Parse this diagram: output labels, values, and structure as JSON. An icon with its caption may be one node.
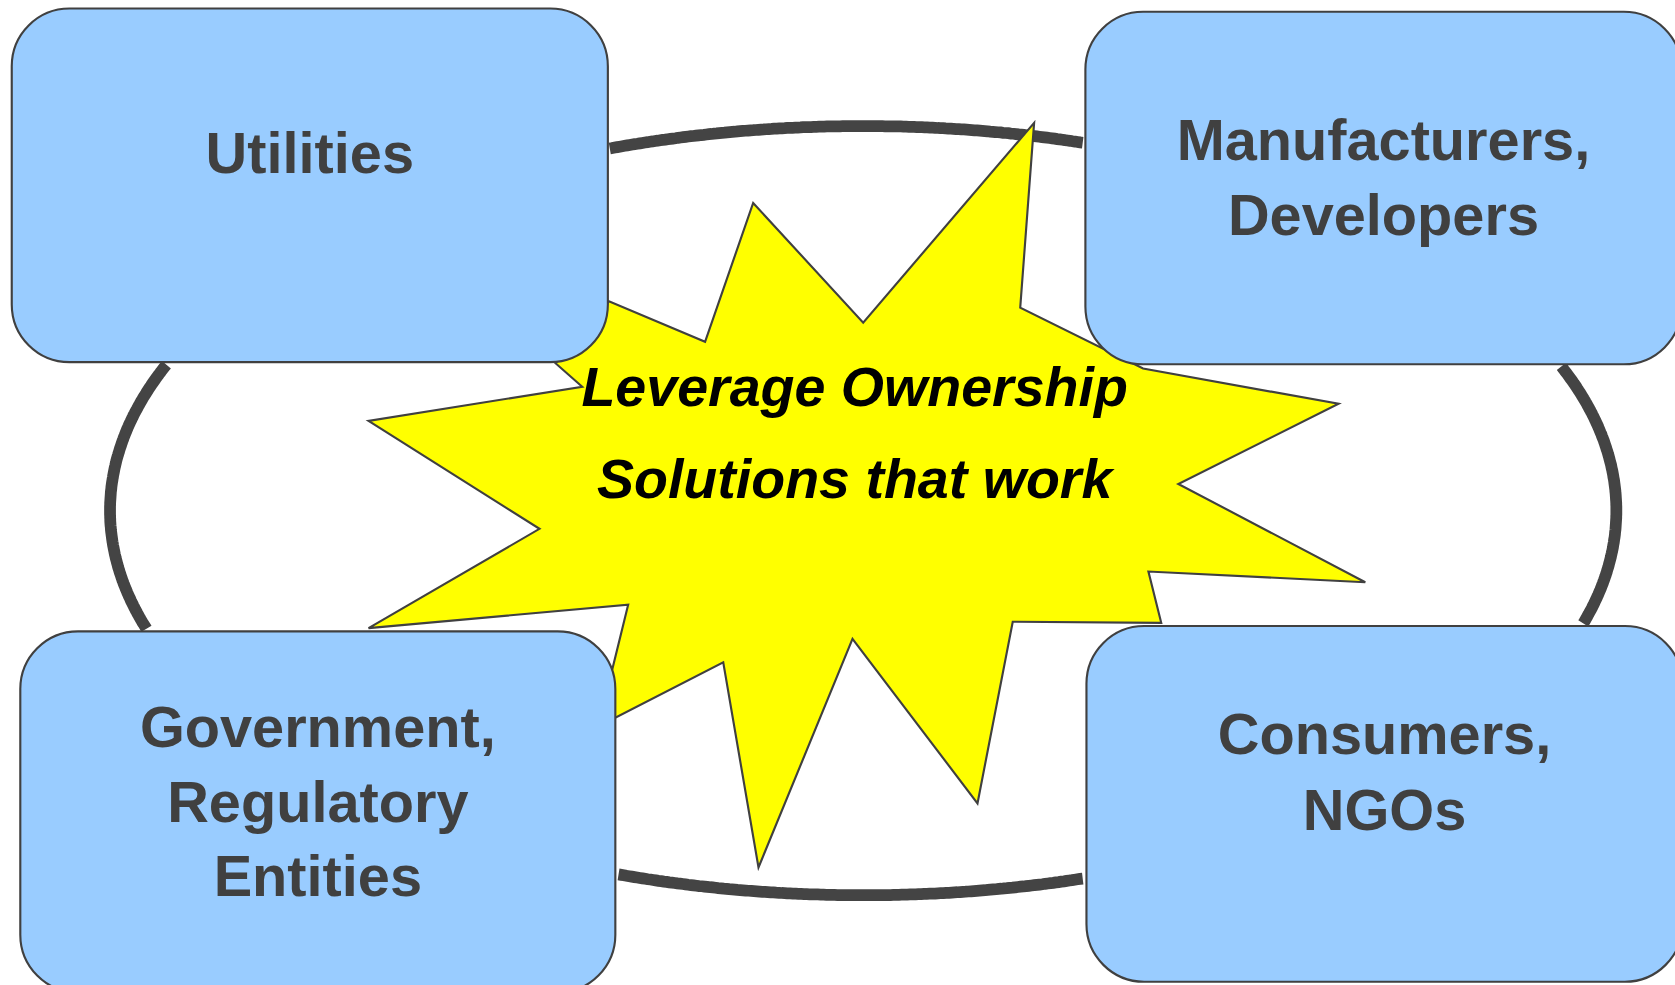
{
  "diagram": {
    "nodes": [
      {
        "text": [
          "Utilities"
        ]
      },
      {
        "text": [
          "Manufacturers, Developers"
        ]
      },
      {
        "text": [
          "Leverage Ownership Solutions that work"
        ]
      },
      {
        "text": [
          "Government, Regulatory Entities"
        ]
      },
      {
        "text": [
          "Consumers, NGOs"
        ]
      }
    ],
    "edges": [
      {
        "from": 0,
        "to": 1,
        "arrow": "none"
      },
      {
        "from": 1,
        "to": 4,
        "arrow": "none"
      },
      {
        "from": 4,
        "to": 3,
        "arrow": "none"
      },
      {
        "from": 3,
        "to": 0,
        "arrow": "none"
      }
    ]
  }
}
